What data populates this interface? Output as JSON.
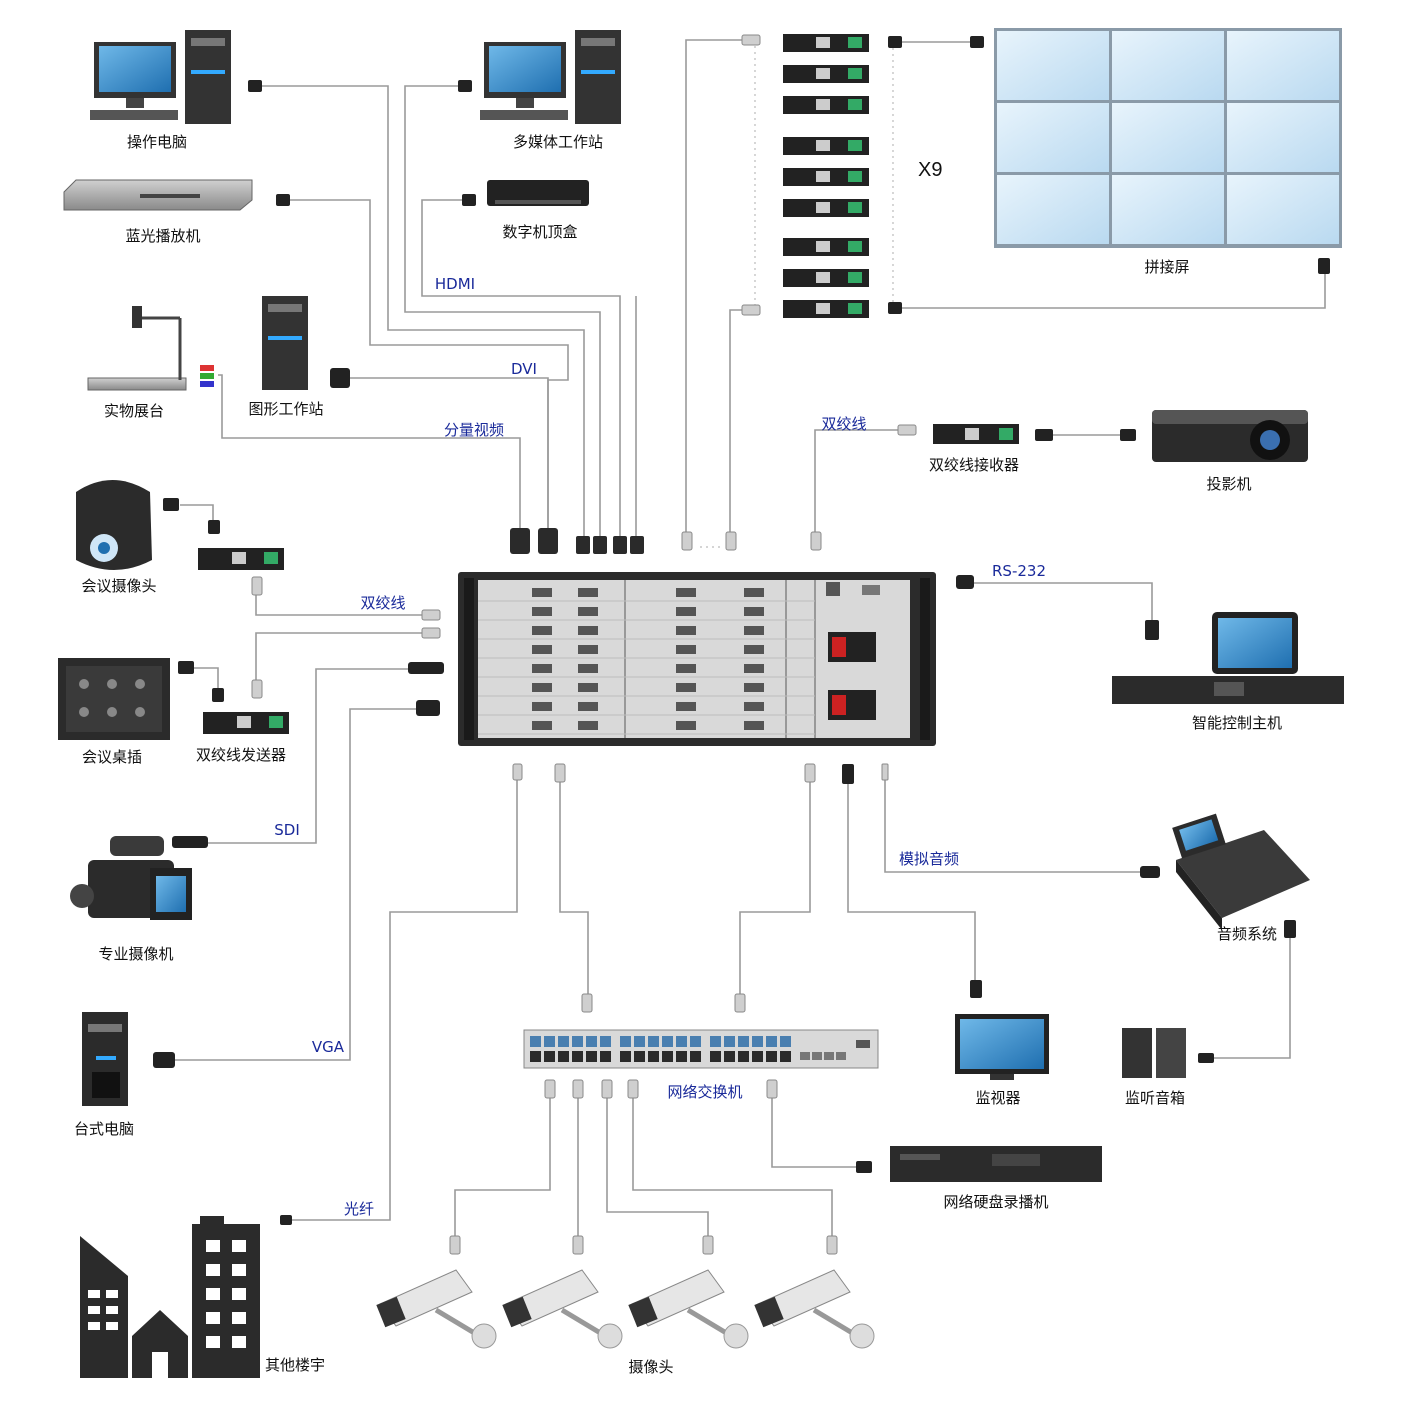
{
  "devices": {
    "op_pc": "操作电脑",
    "multimedia_ws": "多媒体工作站",
    "bluray": "蓝光播放机",
    "stb": "数字机顶盒",
    "visualizer": "实物展台",
    "graphics_ws": "图形工作站",
    "conf_camera": "会议摄像头",
    "conf_socket": "会议桌插",
    "tp_transmitter": "双绞线发送器",
    "pro_camcorder": "专业摄像机",
    "desktop_pc": "台式电脑",
    "other_buildings": "其他楼宇",
    "video_wall": "拼接屏",
    "tp_receiver": "双绞线接收器",
    "projector": "投影机",
    "control_host": "智能控制主机",
    "audio_system": "音频系统",
    "monitor": "监视器",
    "speakers": "监听音箱",
    "switch": "网络交换机",
    "nvr": "网络硬盘录播机",
    "cameras": "摄像头"
  },
  "links": {
    "hdmi": "HDMI",
    "dvi": "DVI",
    "component": "分量视频",
    "twisted_pair_top": "双绞线",
    "twisted_pair_left": "双绞线",
    "rs232": "RS-232",
    "sdi": "SDI",
    "vga": "VGA",
    "analog_audio": "模拟音频",
    "fiber": "光纤"
  },
  "wall_multiplier": "X9",
  "colors": {
    "line": "#9a9a9a",
    "link_label": "#1a2a9a",
    "chassis": "#2b2b2b",
    "panel": "#d9d9d9",
    "wall_tile": "#cfe6f7"
  }
}
